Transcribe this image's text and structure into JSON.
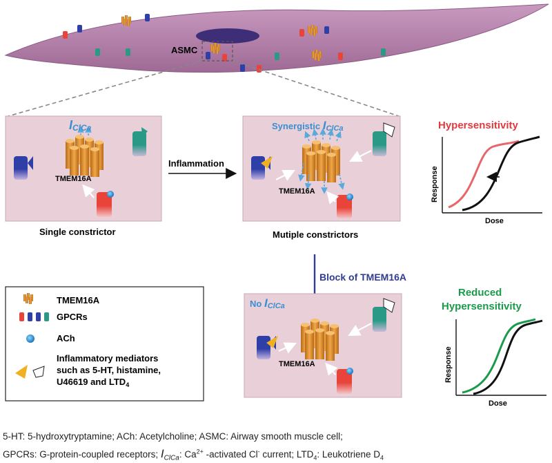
{
  "cell_label": "ASMC",
  "panel1": {
    "current": "I",
    "current_sub": "ClCa",
    "protein": "TMEM16A",
    "caption": "Single constrictor"
  },
  "arrow_label": "Inflammation",
  "panel2": {
    "prefix": "Synergistic ",
    "current": "I",
    "current_sub": "ClCa",
    "protein": "TMEM16A",
    "caption": "Mutiple constrictors"
  },
  "block_label": "Block of TMEM16A",
  "panel3": {
    "prefix": "No ",
    "current": "I",
    "current_sub": "ClCa",
    "protein": "TMEM16A"
  },
  "graph1": {
    "title": "Hypersensitivity",
    "ylabel": "Response",
    "xlabel": "Dose",
    "title_color": "#e03a3e",
    "shifted_color": "#e8656a"
  },
  "graph2": {
    "title_line1": "Reduced",
    "title_line2": "Hypersensitivity",
    "ylabel": "Response",
    "xlabel": "Dose",
    "title_color": "#1a9a4a"
  },
  "legend": {
    "items": [
      {
        "icon": "tmem16a-icon",
        "label": "TMEM16A"
      },
      {
        "icon": "gpcr-icons",
        "label": "GPCRs"
      },
      {
        "icon": "ach-icon",
        "label": "ACh"
      },
      {
        "icon": "mediator-icons",
        "line1": "Inflammatory mediators",
        "line2": "such as 5-HT, histamine,",
        "line3": "U46619 and LTD",
        "line3_sub": "4"
      }
    ]
  },
  "footnote": {
    "line1": "5-HT: 5-hydroxytryptamine; ACh: Acetylcholine; ASMC: Airway smooth muscle cell;",
    "l2_a": "GPCRs: G-protein-coupled receptors; ",
    "l2_i": "I",
    "l2_isub": "ClCa",
    "l2_b": ": Ca",
    "l2_bsup": "2+",
    "l2_c": " -activated Cl",
    "l2_csup": "-",
    "l2_d": " current; LTD",
    "l2_dsub": "4",
    "l2_e": ": Leukotriene D",
    "l2_esub": "4"
  },
  "colors": {
    "panel": "#e8cfd8",
    "cell": "#b27fa8",
    "nucleus": "#3e2e78",
    "gpcr_red": "#e8443a",
    "gpcr_blue": "#2f3fa8",
    "gpcr_teal": "#2a9a86",
    "channel": "#d9882a",
    "ach": "#1f8fd8",
    "current": "#5aa9dd",
    "block": "#2f3c8f"
  }
}
